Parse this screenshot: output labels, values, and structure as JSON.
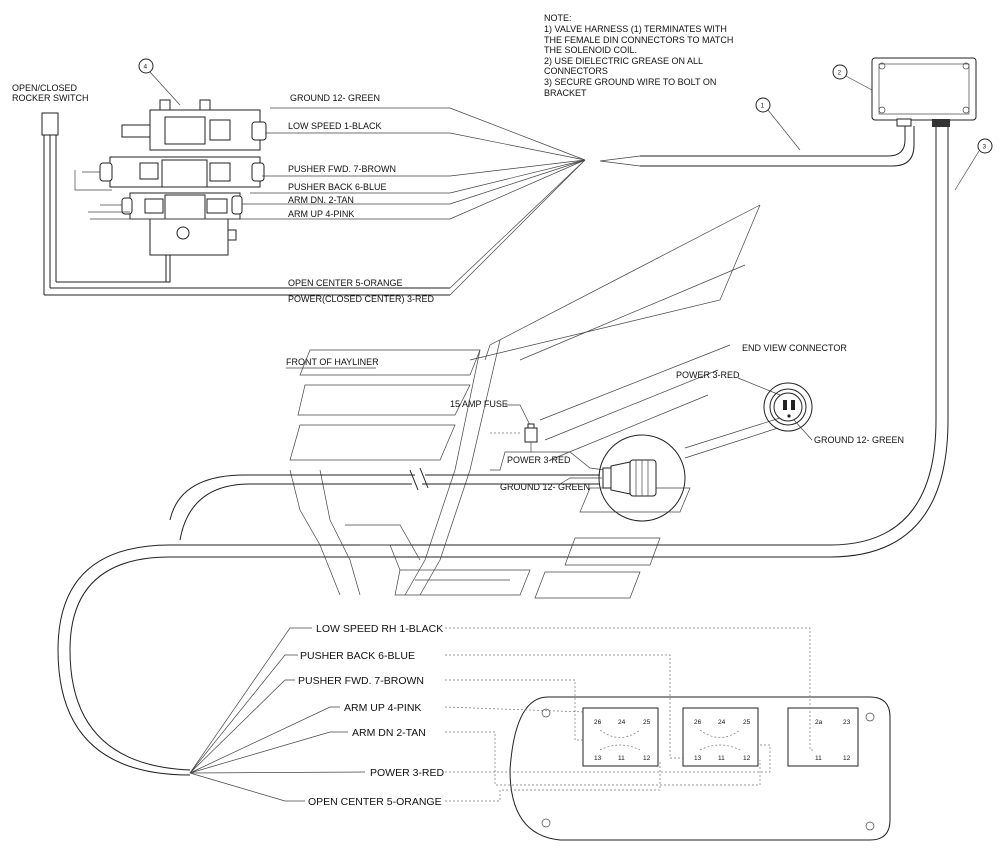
{
  "note": {
    "lines": [
      "NOTE:",
      "1) VALVE HARNESS (1) TERMINATES WITH",
      "THE FEMALE DIN CONNECTORS TO MATCH",
      "THE SOLENOID COIL.",
      "2) USE DIELECTRIC GREASE ON ALL",
      "CONNECTORS",
      "3) SECURE GROUND WIRE TO BOLT ON",
      "BRACKET"
    ]
  },
  "callouts": [
    "1",
    "2",
    "3",
    "4"
  ],
  "switch_label": [
    "OPEN/CLOSED",
    "ROCKER SWITCH"
  ],
  "valve_wires": [
    "GROUND 12- GREEN",
    "LOW SPEED 1-BLACK",
    "PUSHER FWD. 7-BROWN",
    "PUSHER BACK 6-BLUE",
    "ARM DN. 2-TAN",
    "ARM UP 4-PINK",
    "OPEN CENTER 5-ORANGE",
    "POWER(CLOSED CENTER) 3-RED"
  ],
  "front_label": "FRONT OF HAYLINER",
  "fuse_label": "15 AMP FUSE",
  "harness_labels": {
    "power": "POWER 3-RED",
    "ground": "GROUND 12- GREEN"
  },
  "end_view": {
    "title": "END VIEW CONNECTOR",
    "power": "POWER 3-RED",
    "ground": "GROUND 12- GREEN"
  },
  "panel_wires": [
    "LOW SPEED RH 1-BLACK",
    "PUSHER BACK 6-BLUE",
    "PUSHER FWD. 7-BROWN",
    "ARM UP 4-PINK",
    "ARM DN 2-TAN",
    "POWER 3-RED",
    "OPEN CENTER 5-ORANGE"
  ],
  "terminal_blocks": [
    {
      "top": [
        "26",
        "24",
        "25"
      ],
      "bottom": [
        "13",
        "11",
        "12"
      ]
    },
    {
      "top": [
        "26",
        "24",
        "25"
      ],
      "bottom": [
        "13",
        "11",
        "12"
      ]
    },
    {
      "top": [
        "2a",
        "23"
      ],
      "bottom": [
        "11",
        "12"
      ]
    }
  ]
}
